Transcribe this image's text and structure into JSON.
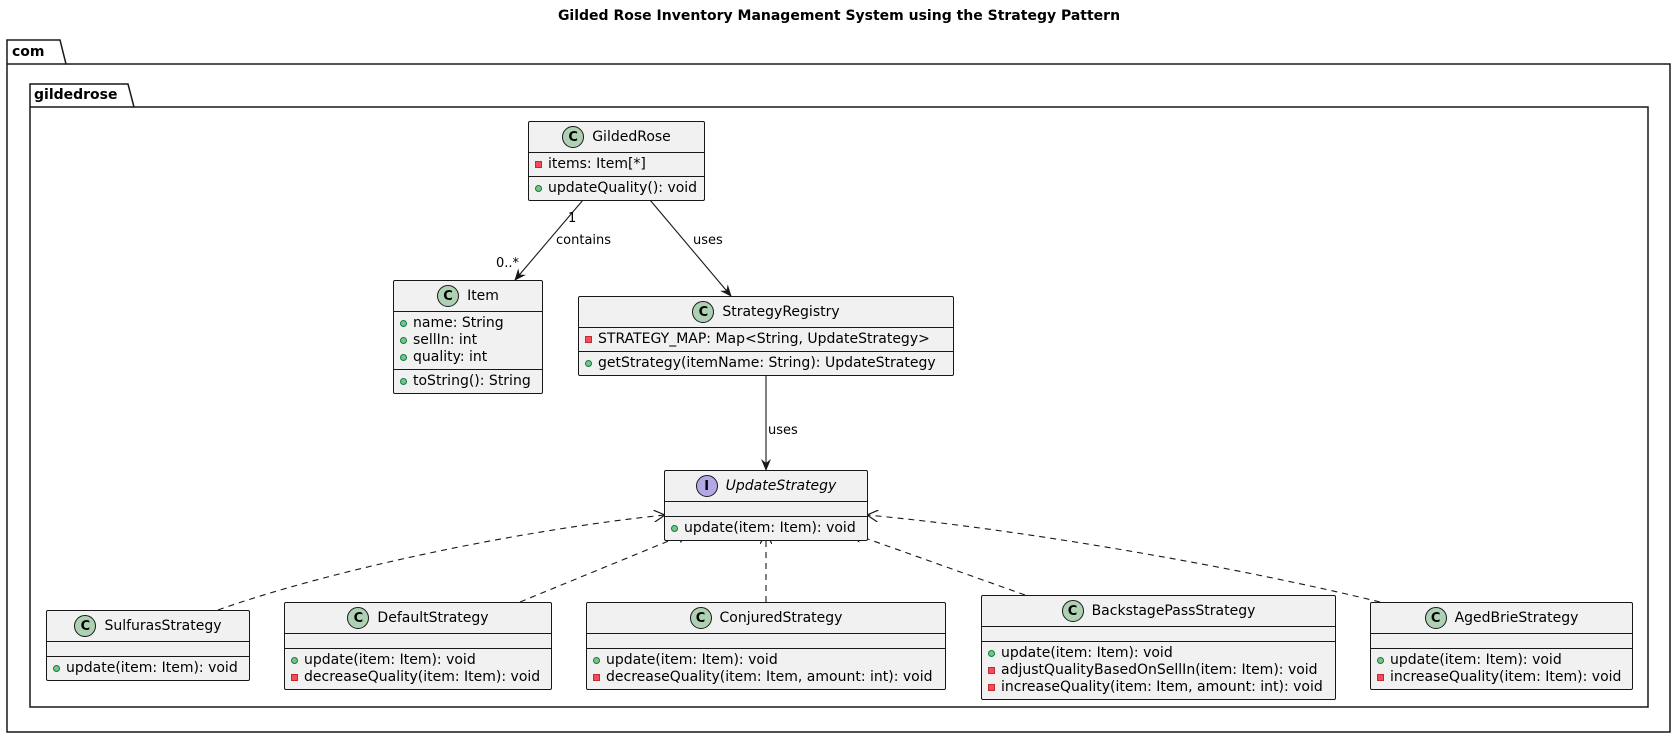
{
  "title": "Gilded Rose Inventory Management System using the Strategy Pattern",
  "packages": {
    "outer": "com",
    "inner": "gildedrose"
  },
  "classes": {
    "gildedrose": {
      "name": "GildedRose",
      "stereotype": "C",
      "fields": [
        {
          "vis": "private",
          "text": "items: Item[*]"
        }
      ],
      "methods": [
        {
          "vis": "public",
          "text": "updateQuality(): void"
        }
      ]
    },
    "item": {
      "name": "Item",
      "stereotype": "C",
      "fields": [
        {
          "vis": "public",
          "text": "name: String"
        },
        {
          "vis": "public",
          "text": "sellIn: int"
        },
        {
          "vis": "public",
          "text": "quality: int"
        }
      ],
      "methods": [
        {
          "vis": "public",
          "text": "toString(): String"
        }
      ]
    },
    "registry": {
      "name": "StrategyRegistry",
      "stereotype": "C",
      "fields": [
        {
          "vis": "private",
          "text": "STRATEGY_MAP: Map<String, UpdateStrategy>"
        }
      ],
      "methods": [
        {
          "vis": "public",
          "text": "getStrategy(itemName: String): UpdateStrategy"
        }
      ]
    },
    "update_strategy": {
      "name": "UpdateStrategy",
      "stereotype": "I",
      "fields": [],
      "methods": [
        {
          "vis": "public",
          "text": "update(item: Item): void"
        }
      ]
    },
    "sulfuras": {
      "name": "SulfurasStrategy",
      "stereotype": "C",
      "fields": [],
      "methods": [
        {
          "vis": "public",
          "text": "update(item: Item): void"
        }
      ]
    },
    "default": {
      "name": "DefaultStrategy",
      "stereotype": "C",
      "fields": [],
      "methods": [
        {
          "vis": "public",
          "text": "update(item: Item): void"
        },
        {
          "vis": "private",
          "text": "decreaseQuality(item: Item): void"
        }
      ]
    },
    "conjured": {
      "name": "ConjuredStrategy",
      "stereotype": "C",
      "fields": [],
      "methods": [
        {
          "vis": "public",
          "text": "update(item: Item): void"
        },
        {
          "vis": "private",
          "text": "decreaseQuality(item: Item, amount: int): void"
        }
      ]
    },
    "backstage": {
      "name": "BackstagePassStrategy",
      "stereotype": "C",
      "fields": [],
      "methods": [
        {
          "vis": "public",
          "text": "update(item: Item): void"
        },
        {
          "vis": "private",
          "text": "adjustQualityBasedOnSellIn(item: Item): void"
        },
        {
          "vis": "private",
          "text": "increaseQuality(item: Item, amount: int): void"
        }
      ]
    },
    "agedbrie": {
      "name": "AgedBrieStrategy",
      "stereotype": "C",
      "fields": [],
      "methods": [
        {
          "vis": "public",
          "text": "update(item: Item): void"
        },
        {
          "vis": "private",
          "text": "increaseQuality(item: Item): void"
        }
      ]
    }
  },
  "relations": {
    "contains": {
      "label": "contains",
      "source_mult": "1",
      "target_mult": "0..*"
    },
    "uses_registry": {
      "label": "uses"
    },
    "uses_strategy": {
      "label": "uses"
    }
  }
}
